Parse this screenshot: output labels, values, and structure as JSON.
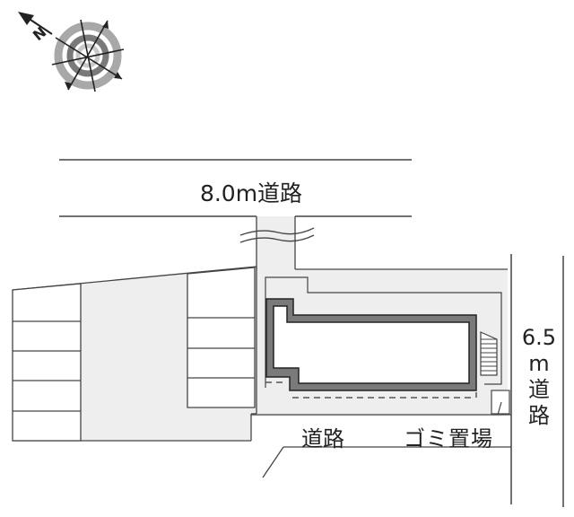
{
  "map": {
    "type": "parking-site-plan",
    "compass": {
      "icon": "north-arrow-compass-icon",
      "north_label": "N",
      "direction": "upper-left"
    },
    "roads": {
      "top": {
        "label": "8.0m道路",
        "width_m": "8.0"
      },
      "bottom": {
        "label": "道路"
      },
      "right": {
        "label_lines": [
          "6.5",
          "m",
          "道",
          "路"
        ],
        "width_m": "6.5"
      }
    },
    "facilities": {
      "garbage": {
        "label": "ゴミ置場"
      }
    },
    "parking": {
      "left_block_spaces": 5,
      "middle_block_spaces": 4
    },
    "colors": {
      "line": "#333333",
      "lot_fill": "#eeeeee",
      "building_wall": "#7a7a7a",
      "background": "#ffffff"
    }
  }
}
